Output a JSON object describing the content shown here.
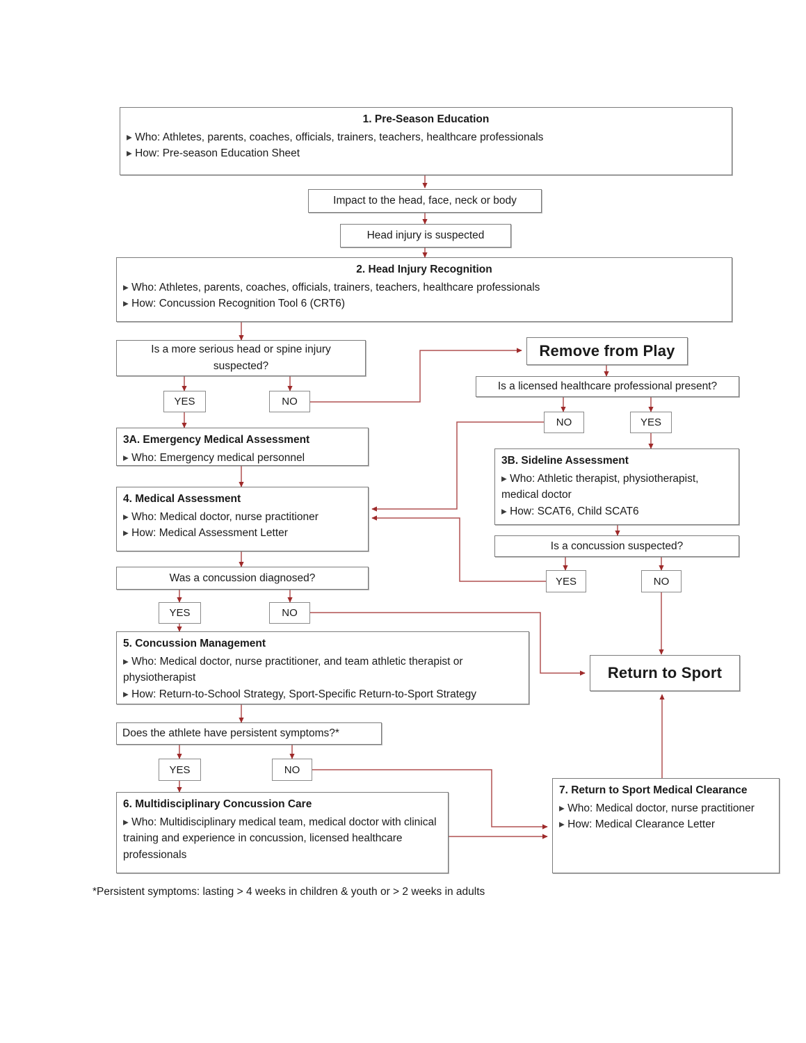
{
  "diagram": {
    "title": "Concussion Pathway of Care Flowchart",
    "accent_color": "#b03030",
    "box_border_color": "#7b7b7b",
    "text_color": "#1a1a1a"
  },
  "nodes": {
    "preseason": {
      "title": "1. Pre-Season Education",
      "who": "Who: Athletes, parents, coaches, officials, trainers, teachers, healthcare professionals",
      "how": "How: Pre-season Education Sheet"
    },
    "impact": {
      "label": "Impact to the head, face, neck or body"
    },
    "head_injury": {
      "label": "Head injury is suspected"
    },
    "recognition": {
      "title": "2. Head Injury Recognition",
      "who": "Who: Athletes, parents, coaches, officials, trainers, teachers, healthcare professionals",
      "how": "How: Concussion Recognition Tool 6 (CRT6)"
    },
    "serious_q": {
      "label": "Is a more serious head or spine injury suspected?"
    },
    "serious_yes": {
      "label": "YES"
    },
    "serious_no": {
      "label": "NO"
    },
    "remove_from_play": {
      "label": "Remove from Play"
    },
    "licensed_q": {
      "label": "Is a licensed healthcare professional present?"
    },
    "licensed_no": {
      "label": "NO"
    },
    "licensed_yes": {
      "label": "YES"
    },
    "emergency": {
      "title": "3A. Emergency Medical Assessment",
      "who": "Who: Emergency medical personnel"
    },
    "sideline": {
      "title": "3B. Sideline Assessment",
      "who": "Who: Athletic therapist, physiotherapist, medical doctor",
      "how": "How: SCAT6, Child SCAT6"
    },
    "medical_assessment": {
      "title": "4. Medical Assessment",
      "who": "Who: Medical doctor, nurse practitioner",
      "how": "How: Medical Assessment Letter"
    },
    "concussion_suspected_q": {
      "label": "Is a concussion suspected?"
    },
    "suspected_yes": {
      "label": "YES"
    },
    "suspected_no": {
      "label": "NO"
    },
    "diagnosed_q": {
      "label": "Was a concussion diagnosed?"
    },
    "diagnosed_yes": {
      "label": "YES"
    },
    "diagnosed_no": {
      "label": "NO"
    },
    "management": {
      "title": "5. Concussion Management",
      "who": "Who: Medical doctor, nurse practitioner, and team athletic therapist or physiotherapist",
      "how": "How: Return-to-School Strategy, Sport-Specific Return-to-Sport Strategy"
    },
    "persistent_q": {
      "label": "Does the athlete have persistent symptoms?*"
    },
    "persistent_yes": {
      "label": "YES"
    },
    "persistent_no": {
      "label": "NO"
    },
    "multidisciplinary": {
      "title": "6. Multidisciplinary Concussion Care",
      "who": "Who: Multidisciplinary medical team, medical doctor with clinical training and experience in concussion, licensed healthcare professionals"
    },
    "return_to_sport": {
      "label": "Return to Sport"
    },
    "clearance": {
      "title": "7. Return to Sport Medical Clearance",
      "who": "Who: Medical doctor, nurse practitioner",
      "how": "How: Medical Clearance Letter"
    }
  },
  "footnote": {
    "text": "*Persistent symptoms: lasting > 4 weeks in children & youth or > 2 weeks in adults"
  },
  "bullet_glyph": "▸"
}
